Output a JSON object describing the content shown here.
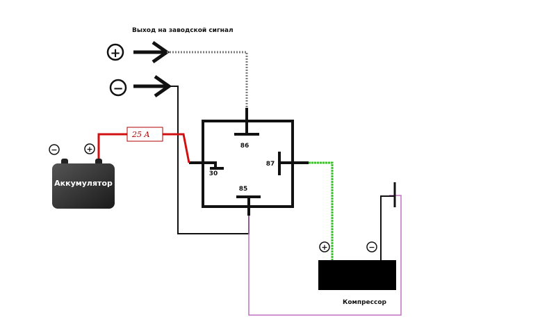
{
  "signal_label": "Выход на заводской сигнал",
  "battery": {
    "label": "Аккумулятор",
    "plus": "+",
    "minus": "−"
  },
  "fuse": {
    "label": "25 A"
  },
  "relay": {
    "pins": {
      "p86": "86",
      "p87": "87",
      "p85": "85",
      "p30": "30"
    }
  },
  "compressor": {
    "label": "Компрессор",
    "plus": "+",
    "minus": "−"
  },
  "signal_plus": "+",
  "signal_minus": "−",
  "colors": {
    "wire_black": "#111111",
    "wire_red": "#d11111",
    "wire_green": "#3fbf2f",
    "wire_dotted": "#8c8c8c",
    "wire_purple": "#c070c0",
    "battery_body": "#3a3a3a"
  }
}
